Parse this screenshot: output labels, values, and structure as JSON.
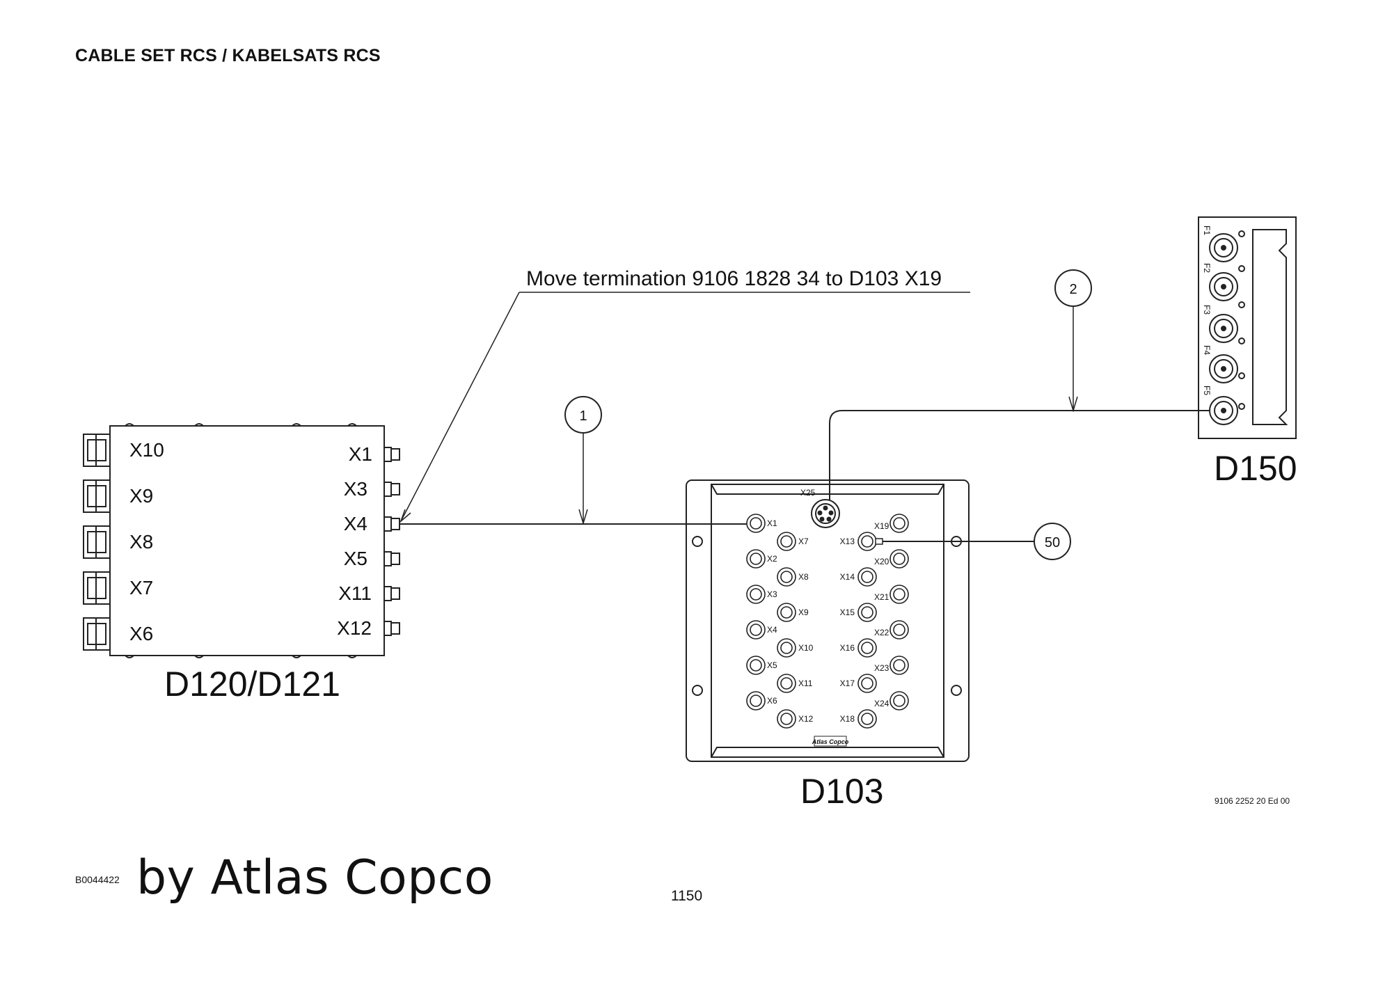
{
  "header": {
    "title": "CABLE SET RCS / KABELSATS RCS"
  },
  "diagram": {
    "note": "Move termination 9106 1828 34 to D103 X19",
    "callouts": [
      "1",
      "2",
      "50"
    ],
    "d120": {
      "name": "D120/D121",
      "left_ports": [
        "X10",
        "X9",
        "X8",
        "X7",
        "X6"
      ],
      "right_ports": [
        "X1",
        "X3",
        "X4",
        "X5",
        "X11",
        "X12"
      ]
    },
    "d103": {
      "name": "D103",
      "top_port": "X25",
      "left_col": [
        "X1",
        "X2",
        "X3",
        "X4",
        "X5",
        "X6"
      ],
      "left_inner": [
        "X7",
        "X8",
        "X9",
        "X10",
        "X11",
        "X12"
      ],
      "right_inner": [
        "X13",
        "X14",
        "X15",
        "X16",
        "X17",
        "X18"
      ],
      "right_col": [
        "X19",
        "X20",
        "X21",
        "X22",
        "X23",
        "X24"
      ],
      "logo": "Atlas Copco"
    },
    "d150": {
      "name": "D150",
      "ports": [
        "F1",
        "F2",
        "F3",
        "F4",
        "F5"
      ]
    }
  },
  "footer": {
    "doc_code": "9106 2252 20 Ed 00",
    "image_id": "B0044422",
    "brand": "by Atlas Copco",
    "page_number": "1150"
  }
}
